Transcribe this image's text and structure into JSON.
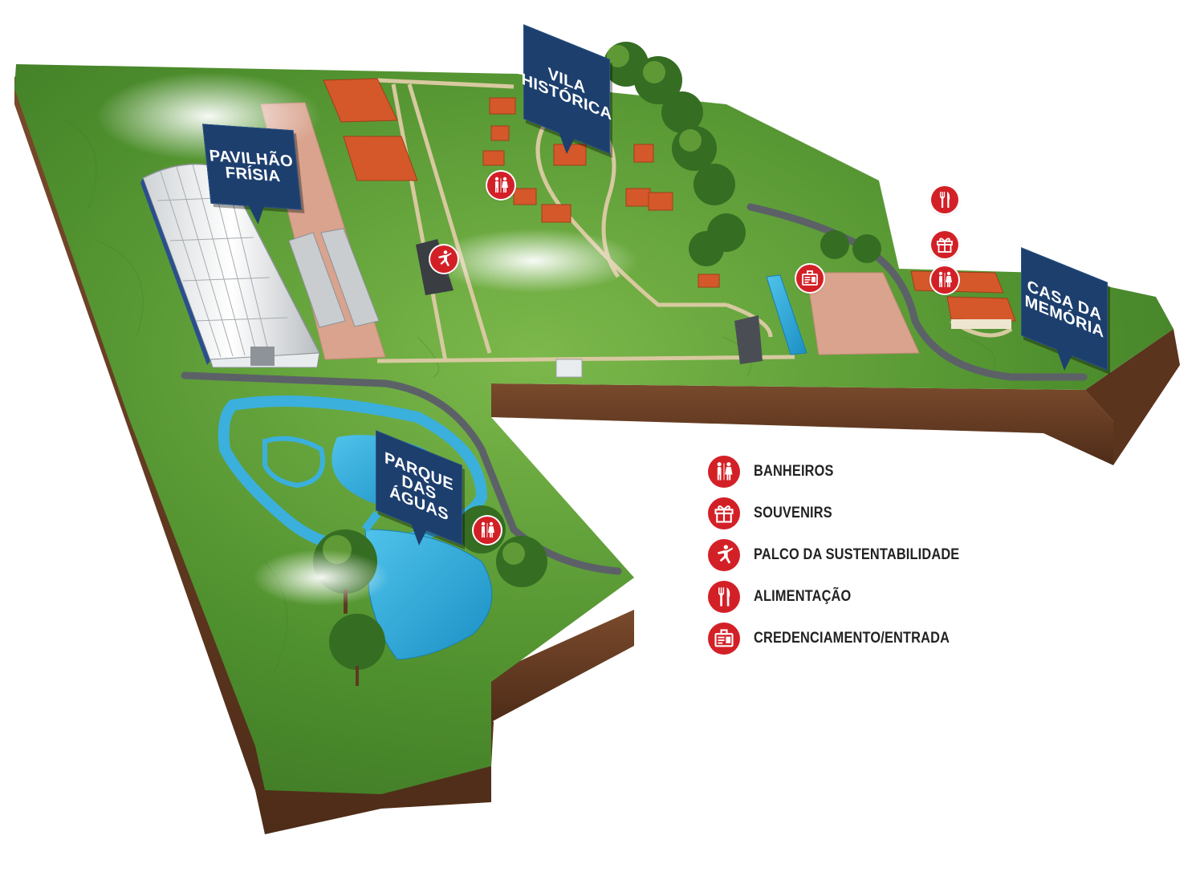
{
  "colors": {
    "grass": "#4e8f2c",
    "grass_light": "#79b24a",
    "soil": "#6b4026",
    "path": "#d8c9a0",
    "water": "#2aa5d6",
    "roof": "#d4582a",
    "sign_blue": "#1d3f6e",
    "poi_red": "#d32027"
  },
  "areas": {
    "pavilhao": {
      "line1": "Pavilhão",
      "line2": "Frísia"
    },
    "vila": {
      "line1": "Vila",
      "line2": "Histórica"
    },
    "casa": {
      "line1": "Casa da",
      "line2": "Memória"
    },
    "parque": {
      "line1": "Parque das",
      "line2": "Águas"
    }
  },
  "map_markers": [
    {
      "id": "vila-banheiros",
      "icon": "restroom-icon"
    },
    {
      "id": "palco",
      "icon": "stage-performer-icon"
    },
    {
      "id": "entrada",
      "icon": "id-badge-icon"
    },
    {
      "id": "casa-alimentacao",
      "icon": "fork-knife-icon"
    },
    {
      "id": "casa-souvenirs",
      "icon": "gift-icon"
    },
    {
      "id": "casa-banheiros",
      "icon": "restroom-icon"
    },
    {
      "id": "parque-banheiros",
      "icon": "restroom-icon"
    }
  ],
  "legend": [
    {
      "icon": "restroom-icon",
      "label": "BANHEIROS"
    },
    {
      "icon": "gift-icon",
      "label": "SOUVENIRS"
    },
    {
      "icon": "stage-performer-icon",
      "label": "PALCO DA SUSTENTABILIDADE"
    },
    {
      "icon": "fork-knife-icon",
      "label": "ALIMENTAÇÃO"
    },
    {
      "icon": "id-badge-icon",
      "label": "CREDENCIAMENTO/ENTRADA"
    }
  ]
}
